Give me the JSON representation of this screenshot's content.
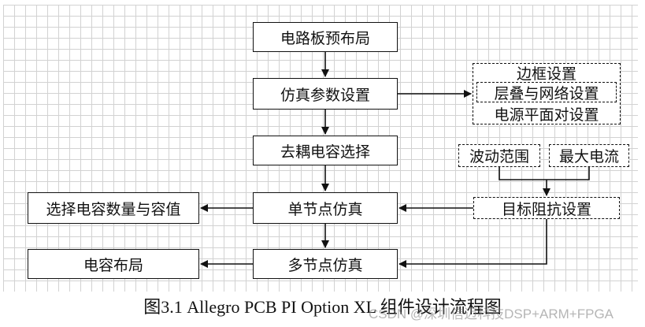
{
  "diagram": {
    "nodes": {
      "board_prelayout": "电路板预布局",
      "sim_params": "仿真参数设置",
      "decap_select": "去耦电容选择",
      "single_node_sim": "单节点仿真",
      "multi_node_sim": "多节点仿真",
      "choose_cap_qty": "选择电容数量与容值",
      "cap_layout": "电容布局",
      "frame_setting": "边框设置",
      "stackup_net_setting": "层叠与网络设置",
      "power_plane_setting": "电源平面对设置",
      "ripple_range": "波动范围",
      "max_current": "最大电流",
      "target_impedance": "目标阻抗设置"
    },
    "caption": "图3.1  Allegro PCB PI Option XL 组件设计流程图",
    "watermark": "CSDN @深圳信迈科技DSP+ARM+FPGA"
  }
}
